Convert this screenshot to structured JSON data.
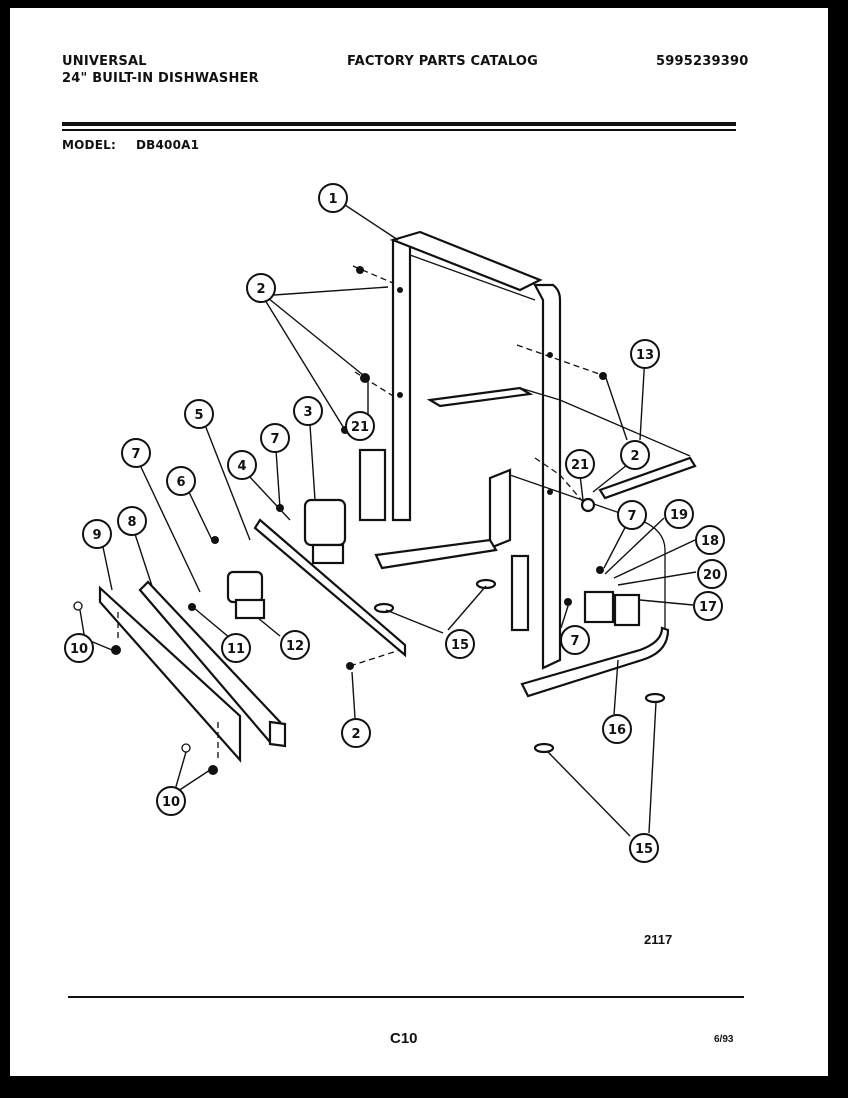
{
  "header": {
    "brand": "UNIVERSAL",
    "subtitle": "24\" BUILT-IN DISHWASHER",
    "catalog_title": "FACTORY PARTS CATALOG",
    "catalog_number": "5995239390"
  },
  "model": {
    "label": "MODEL:",
    "value": "DB400A1"
  },
  "diagram": {
    "callouts": [
      "1",
      "2",
      "3",
      "4",
      "5",
      "6",
      "7",
      "8",
      "9",
      "10",
      "11",
      "12",
      "13",
      "15",
      "16",
      "17",
      "18",
      "19",
      "20",
      "21"
    ]
  },
  "footer": {
    "figure_number": "2117",
    "page_code": "C10",
    "print_date": "6/93"
  }
}
